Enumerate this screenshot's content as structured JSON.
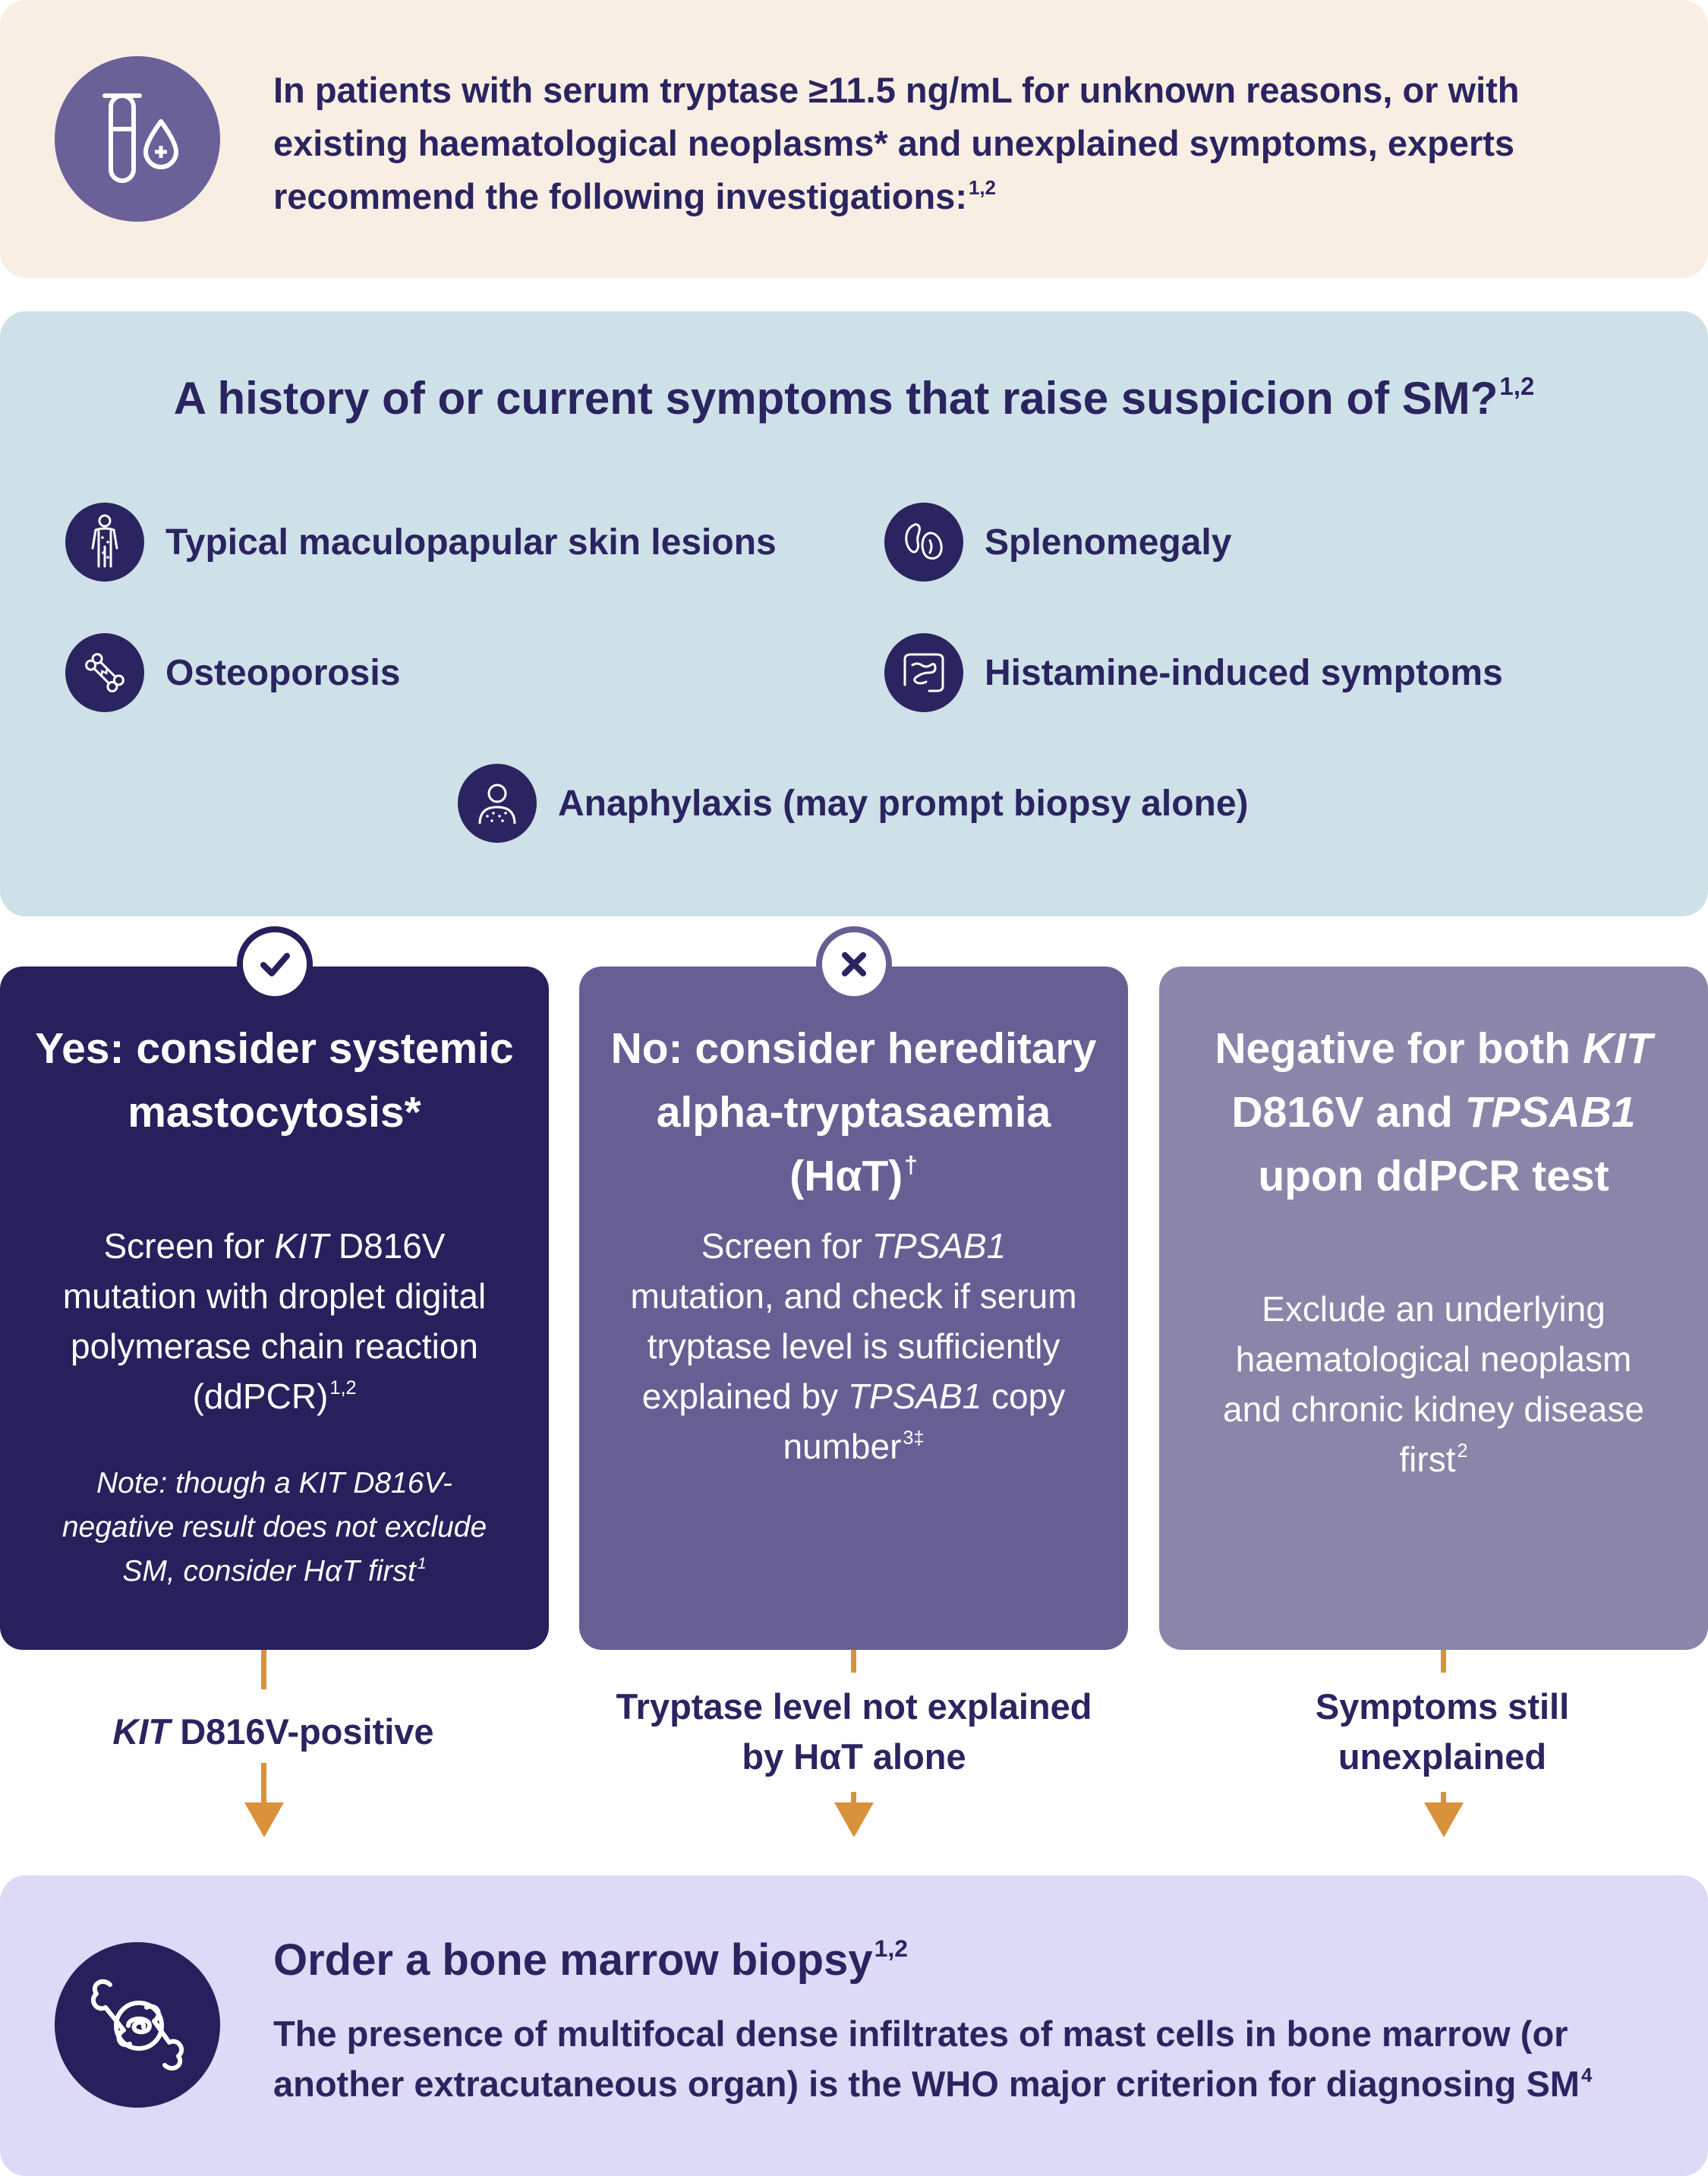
{
  "intro": {
    "text": "In patients with serum tryptase ≥11.5 ng/mL for unknown reasons, or with existing haematological neoplasms* and unexplained symptoms, experts recommend the following investigations:",
    "ref": "1,2",
    "icon": "test-tube-blood-drop-icon"
  },
  "symptoms": {
    "title": "A history of or current symptoms that raise suspicion of SM?",
    "title_ref": "1,2",
    "items": [
      {
        "label": "Typical maculopapular skin lesions",
        "icon": "body-skin-icon"
      },
      {
        "label": "Splenomegaly",
        "icon": "spleen-icon"
      },
      {
        "label": "Osteoporosis",
        "icon": "bone-icon"
      },
      {
        "label": "Histamine-induced symptoms",
        "icon": "intestine-icon"
      },
      {
        "label": "Anaphylaxis (may prompt biopsy alone)",
        "icon": "patient-rash-icon"
      }
    ]
  },
  "cards": {
    "yes": {
      "heading": "Yes: consider systemic mastocytosis*",
      "body_pre": "Screen for ",
      "body_italic": "KIT",
      "body_post": " D816V mutation with droplet digital polymerase chain reaction (ddPCR)",
      "body_ref": "1,2",
      "note_pre": "Note: though a KIT ",
      "note_mid": "D816V",
      "note_post": "-negative result does not exclude SM, consider HαT first",
      "note_ref": "1",
      "badge": "check-icon",
      "color": "#26205c"
    },
    "no": {
      "heading_main": "No: consider hereditary alpha-tryptasaemia (HαT)",
      "heading_ref": "†",
      "body_pre": "Screen for ",
      "body_italic1": "TPSAB1",
      "body_mid": " mutation, and check if serum tryptase level is sufficiently explained by ",
      "body_italic2": "TPSAB1",
      "body_post": " copy number",
      "body_ref": "3‡",
      "badge": "cross-icon",
      "color": "#675f94"
    },
    "neg": {
      "h_pre": "Negative for both ",
      "h_italic1": "KIT",
      "h_mid": " D816V and ",
      "h_italic2": "TPSAB1",
      "h_post": " upon ddPCR test",
      "body": "Exclude an underlying haematological neoplasm and chronic kidney disease first",
      "body_ref": "2",
      "color": "#8b85aa"
    }
  },
  "connectors": {
    "yes_italic": "KIT",
    "yes_text": " D816V-positive",
    "no_text": "Tryptase level not explained by HαT alone",
    "neg_text": "Symptoms still unexplained",
    "color": "#d9913b"
  },
  "biopsy": {
    "title": "Order a bone marrow biopsy",
    "title_ref": "1,2",
    "text": "The presence of multifocal dense infiltrates of mast cells in bone marrow (or another extracutaneous organ) is the WHO major criterion for diagnosing SM",
    "text_ref": "4",
    "icon": "bone-marrow-icon"
  }
}
